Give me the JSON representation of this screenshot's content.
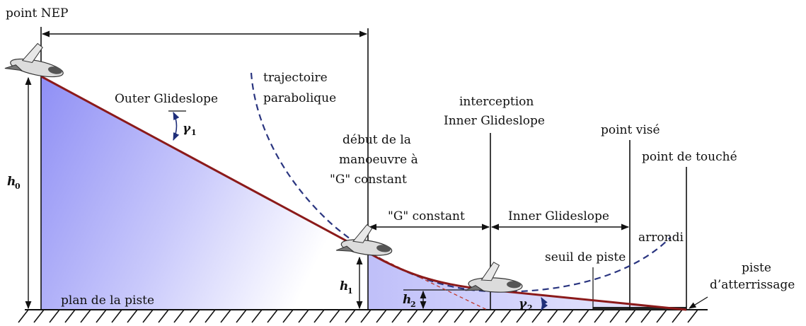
{
  "labels": {
    "nep_point": "point NEP",
    "outer_glideslope": "Outer Glideslope",
    "gamma1": "γ",
    "gamma1_sub": "1",
    "h0": "h",
    "h0_sub": "0",
    "parabolic_line1": "trajectoire",
    "parabolic_line2": "parabolique",
    "g_maneuver_line1": "début de la",
    "g_maneuver_line2": "manoeuvre à",
    "g_maneuver_line3": "\"G\" constant",
    "interception_line1": "interception",
    "interception_line2": "Inner Glideslope",
    "aim_point": "point visé",
    "touchdown_point": "point de touché",
    "g_constant": "\"G\" constant",
    "inner_glideslope": "Inner Glideslope",
    "flare": "arrondi",
    "runway_threshold": "seuil de piste",
    "runway_line1": "piste",
    "runway_line2": "d’atterrissage",
    "runway_plane": "plan de la piste",
    "h1": "h",
    "h1_sub": "1",
    "h2": "h",
    "h2_sub": "2",
    "gamma2": "γ",
    "gamma2_sub": "2"
  },
  "colors": {
    "trajectory": "#8b1a1a",
    "parabola": "#2a3580",
    "fill_top": "#8f8ff5",
    "fill_bottom": "#ffffff",
    "angle_arc": "#1f2f7a"
  }
}
